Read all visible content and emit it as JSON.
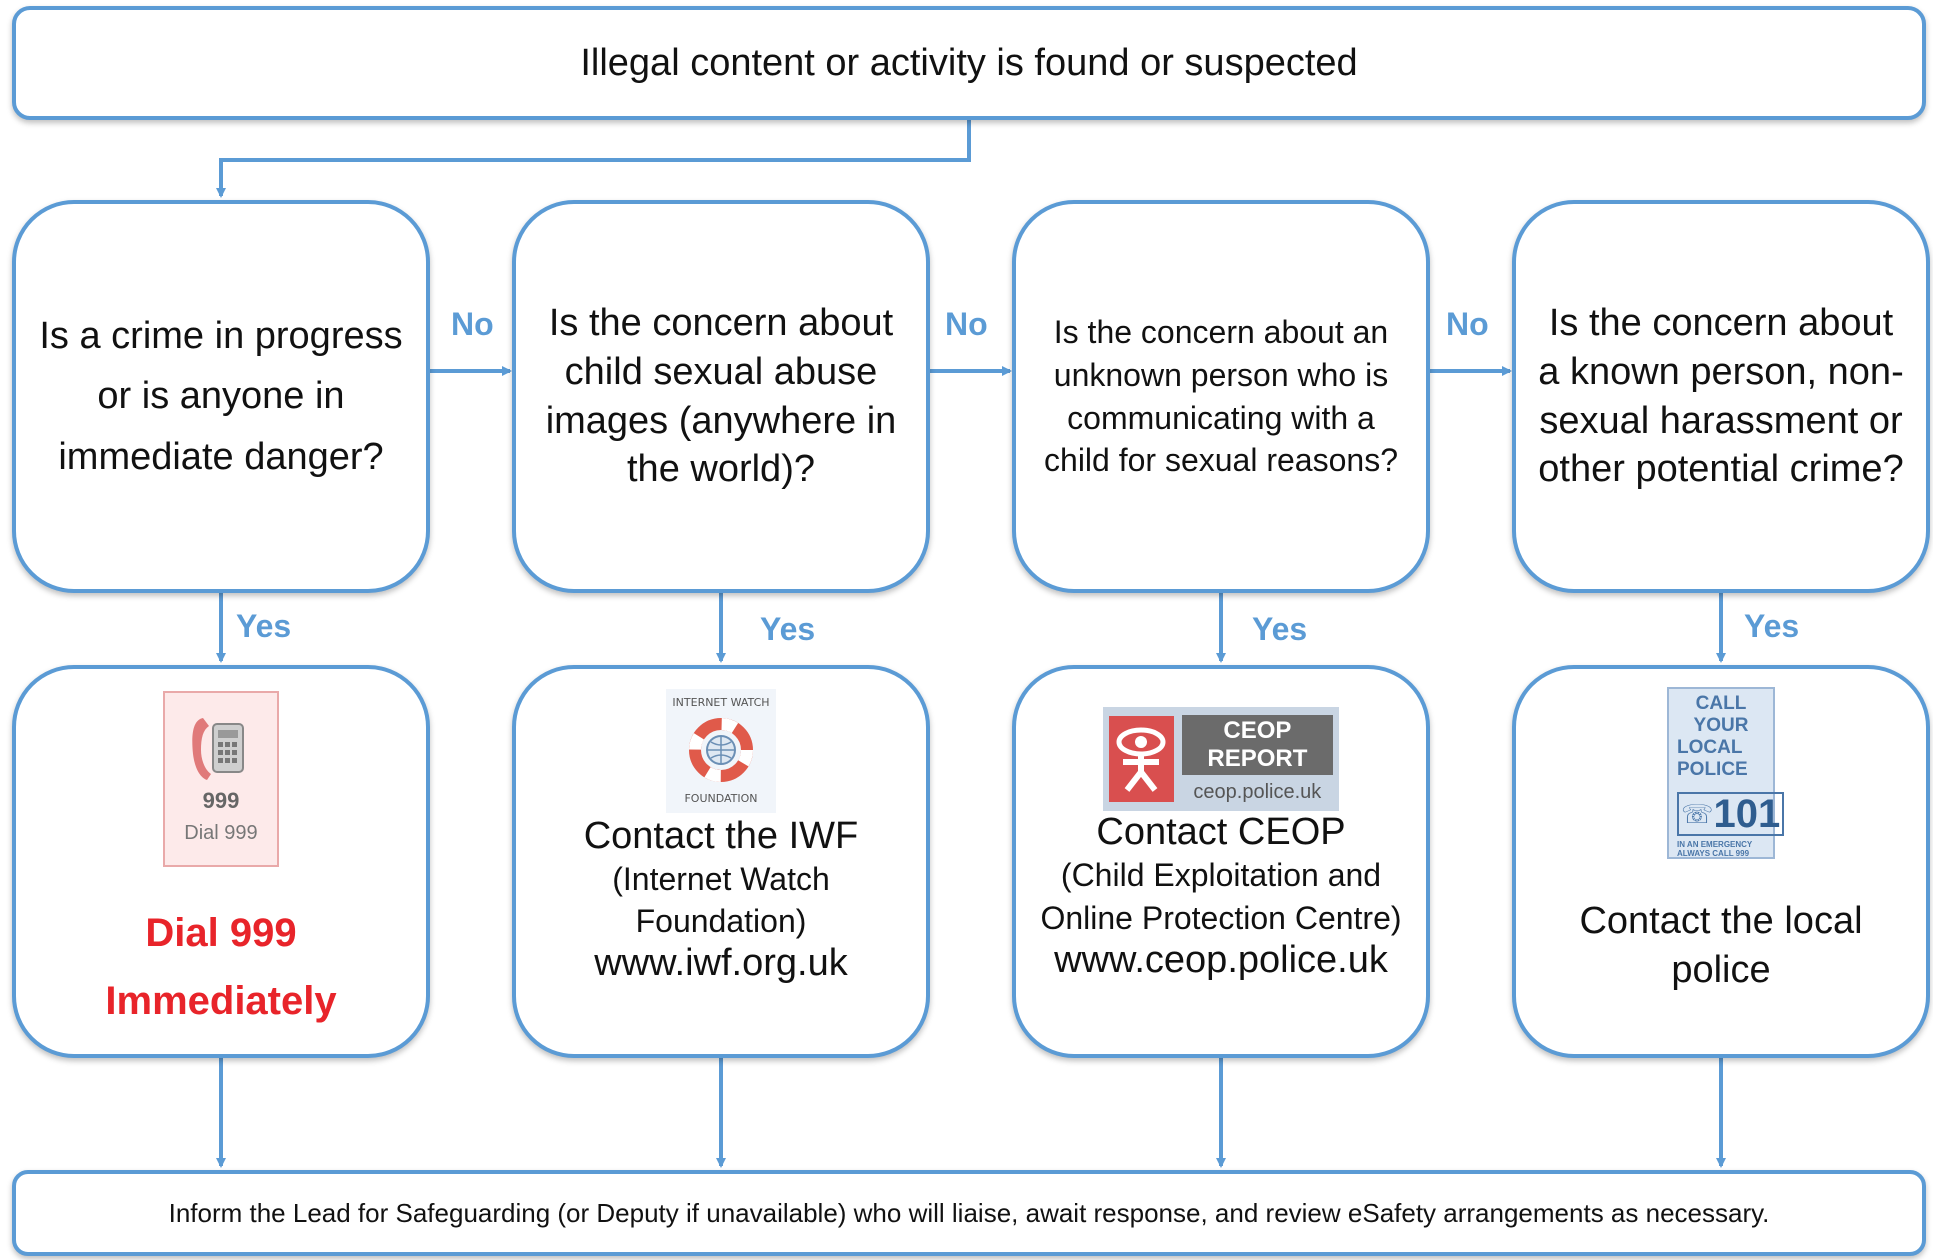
{
  "start": "Illegal content or activity is found or suspected",
  "questions": [
    {
      "text": "Is a crime in progress or is anyone in immediate danger?"
    },
    {
      "text": "Is the concern about child sexual abuse images (anywhere in the world)?"
    },
    {
      "text": "Is the concern about an unknown person who is communicating with a child for sexual reasons?"
    },
    {
      "text": "Is the concern about a known person, non- sexual harassment or other potential crime?"
    }
  ],
  "edge_labels": {
    "no": "No",
    "yes": "Yes"
  },
  "actions": [
    {
      "logo_text": "999",
      "logo_caption": "Dial 999",
      "line1": "Dial 999",
      "line2": "Immediately"
    },
    {
      "logo_text_top": "INTERNET WATCH",
      "logo_text_bottom": "FOUNDATION",
      "title": "Contact the IWF",
      "sub": "(Internet Watch Foundation)",
      "url": "www.iwf.org.uk"
    },
    {
      "logo_title": "CEOP REPORT",
      "logo_url": "ceop.police.uk",
      "title": "Contact CEOP",
      "sub": "(Child Exploitation and Online Protection Centre)",
      "url": "www.ceop.police.uk"
    },
    {
      "logo_line1": "CALL YOUR",
      "logo_line2": "LOCAL",
      "logo_line3": "POLICE",
      "logo_number": "101",
      "logo_small1": "IN AN EMERGENCY",
      "logo_small2": "ALWAYS CALL 999",
      "title": "Contact the local police"
    }
  ],
  "end": "Inform the Lead for Safeguarding (or Deputy if unavailable)  who will liaise, await response, and review eSafety arrangements as necessary.",
  "colors": {
    "accent": "#5b9bd5",
    "emergency": "#e8242a"
  }
}
